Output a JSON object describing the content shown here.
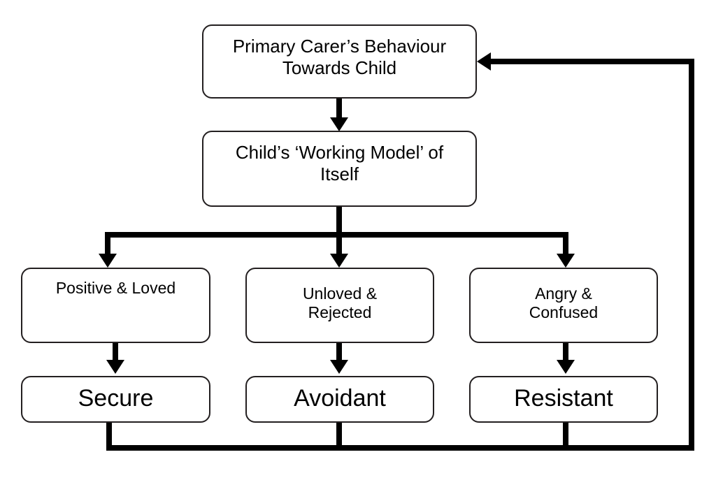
{
  "diagram": {
    "title": "Attachment Theory Flow: Carer Behaviour to Attachment Style",
    "type": "flowchart",
    "background_color": "#ffffff",
    "line_color": "#000000",
    "box_border_color": "#231f20",
    "box_fill_color": "#ffffff",
    "nodes": {
      "carer_behaviour": "Primary Carer’s Behaviour\nTowards Child",
      "working_model": "Child’s ‘Working Model’ of\nItself",
      "model_positive": "Positive & Loved",
      "model_unloved": "Unloved &\nRejected",
      "model_angry": "Angry &\nConfused",
      "style_secure": "Secure",
      "style_avoidant": "Avoidant",
      "style_resistant": "Resistant"
    },
    "edges": [
      {
        "name": "carer-to-working-model",
        "from": "carer_behaviour",
        "to": "working_model",
        "style": "arrow-down"
      },
      {
        "name": "working-model-split-left",
        "from": "working_model",
        "to": "model_positive",
        "style": "elbow-arrow-down"
      },
      {
        "name": "working-model-split-centre",
        "from": "working_model",
        "to": "model_unloved",
        "style": "arrow-down"
      },
      {
        "name": "working-model-split-right",
        "from": "working_model",
        "to": "model_angry",
        "style": "elbow-arrow-down"
      },
      {
        "name": "positive-to-secure",
        "from": "model_positive",
        "to": "style_secure",
        "style": "arrow-down"
      },
      {
        "name": "unloved-to-avoidant",
        "from": "model_unloved",
        "to": "style_avoidant",
        "style": "arrow-down"
      },
      {
        "name": "angry-to-resistant",
        "from": "model_angry",
        "to": "style_resistant",
        "style": "arrow-down"
      },
      {
        "name": "feedback-loop-to-carer",
        "from": "attachment_styles",
        "to": "carer_behaviour",
        "style": "elbow-arrow-left"
      }
    ]
  }
}
